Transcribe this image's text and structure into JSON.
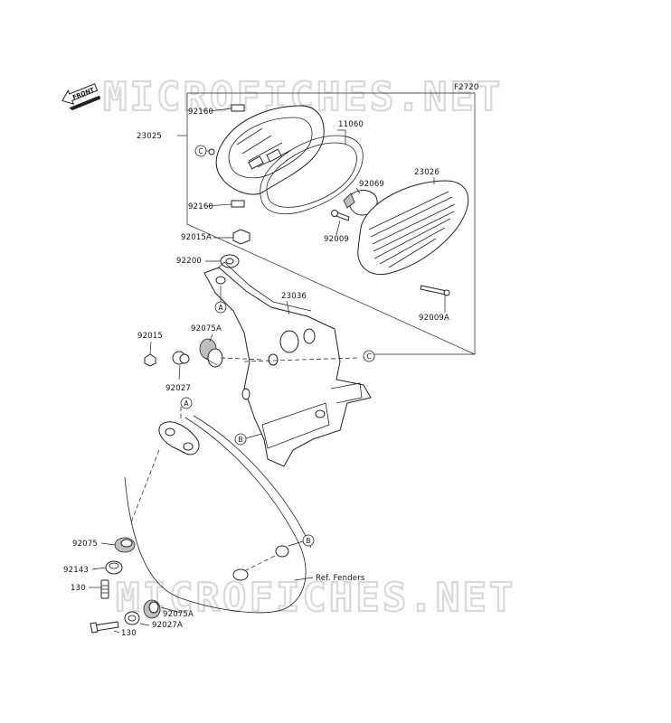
{
  "diagram": {
    "code": "F2720",
    "watermark": "MICROFICHES.NET",
    "front_label": "FRONT",
    "ref_label": "Ref. Fenders",
    "callouts": {
      "a": "A",
      "b": "B",
      "c": "C"
    },
    "parts": {
      "p92160_top": "92160",
      "p23025": "23025",
      "p11060": "11060",
      "p23026": "23026",
      "p92069": "92069",
      "p92160_bottom": "92160",
      "p92009": "92009",
      "p92015A": "92015A",
      "p92200": "92200",
      "p23036": "23036",
      "p92075A_top": "92075A",
      "p92015": "92015",
      "p92027": "92027",
      "p92009A": "92009A",
      "p92075": "92075",
      "p92143": "92143",
      "p130_top": "130",
      "p92075A_bottom": "92075A",
      "p92027A": "92027A",
      "p130_bottom": "130"
    }
  }
}
